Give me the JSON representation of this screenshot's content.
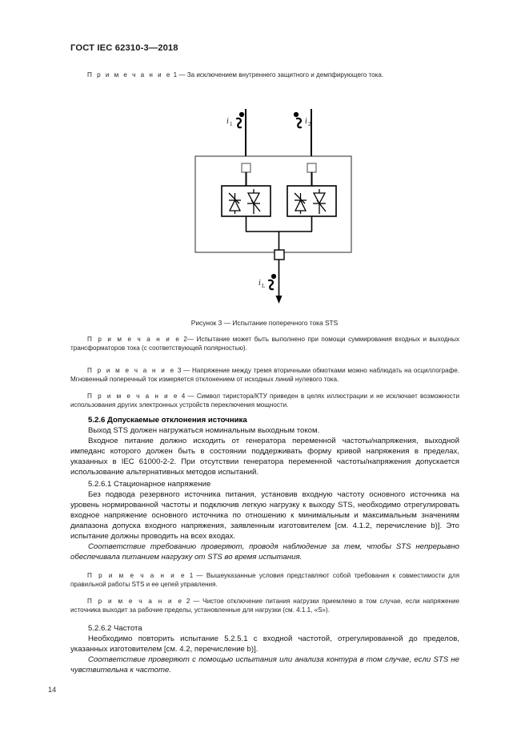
{
  "document": {
    "header": "ГОСТ IEC 62310-3—2018",
    "page_number": "14"
  },
  "notes_top": {
    "note1_label": "П р и м е ч а н и е",
    "note1_number": "1",
    "note1_text": "— За исключением внутреннего защитного и демпфирующего тока."
  },
  "figure": {
    "caption": "Рисунок 3 — Испытание поперечного тока STS",
    "labels": {
      "input_1": "i",
      "input_1_sub": "1",
      "input_2": "i",
      "input_2_sub": "2",
      "output": "i",
      "output_sub": "L"
    },
    "symbols": {
      "current_transformer": "current-transformer-coil",
      "thyristor_pair": "antiparallel-thyristor-pair",
      "terminal": "terminal-square"
    }
  },
  "notes_after_figure": [
    {
      "label": "П р и м е ч а н и е",
      "number": "2—",
      "text": "Испытание может быть выполнено при помощи суммирования входных и выходных трансформаторов тока (с соответствующей полярностью)."
    },
    {
      "label": "П р и м е ч а н и е",
      "number": "3 —",
      "text": "Напряжение между тремя вторичными обмотками можно наблюдать на осциллографе. Мгновенный поперечный ток измеряется отклонением от исходных линий нулевого тока."
    },
    {
      "label": "П р и м е ч а н и е",
      "number": "4 —",
      "text": "Символ тиристора/КТУ приведен в целях иллюстрации и не исключает возможности использования других электронных устройств переключения мощности."
    }
  ],
  "section_526": {
    "heading": "5.2.6 Допускаемые отклонения источника",
    "para1": "Выход STS должен нагружаться номинальным выходным током.",
    "para2": "Входное питание должно исходить от генератора переменной частоты/напряжения, выходной импеданс которого должен быть в состоянии поддерживать форму кривой напряжения в пределах, указанных в IEC 61000-2-2. При отсутствии генератора переменной частоты/напряжения допускается использование альтернативных методов испытаний."
  },
  "section_5261": {
    "heading": "5.2.6.1 Стационарное напряжение",
    "para1": "Без подвода резервного источника питания, установив входную частоту основного источника на уровень нормированной частоты и подключив легкую нагрузку к выходу STS, необходимо отрегулировать входное напряжение основного источника по отношению к минимальным и максимальным значениям диапазона допуска входного напряжения, заявленным изготовителем [см. 4.1.2, перечисление b)]. Это испытание должны проводить на всех входах.",
    "para_italic": "Соответствие требованию проверяют, проводя наблюдение за тем, чтобы STS непрерывно обеспечивала питанием нагрузку от STS во время испытания.",
    "notes": [
      {
        "label": "П р и м е ч а н и е",
        "number": "1 —",
        "text": "Вышеуказанные условия представляют собой требования к совместимости для правильной работы STS и ее цепей управления."
      },
      {
        "label": "П р и м е ч а н и е",
        "number": "2 —",
        "text": "Чистое отключение питания нагрузки приемлемо в том случае, если напряжение источника выходит за рабочие пределы, установленные для нагрузки (см. 4.1.1, «S»)."
      }
    ]
  },
  "section_5262": {
    "heading": "5.2.6.2 Частота",
    "para1": "Необходимо повторить испытание 5.2.5.1 с входной частотой, отрегулированной до пределов, указанных изготовителем [см. 4.2, перечисление b)].",
    "para_italic": "Соответствие проверяют с помощью испытания или анализа контура в том случае, если STS не чувствительна к частоте."
  },
  "colors": {
    "text": "#161616",
    "note_text": "#242424",
    "line": "#000000",
    "frame": "#4d4d4d"
  }
}
